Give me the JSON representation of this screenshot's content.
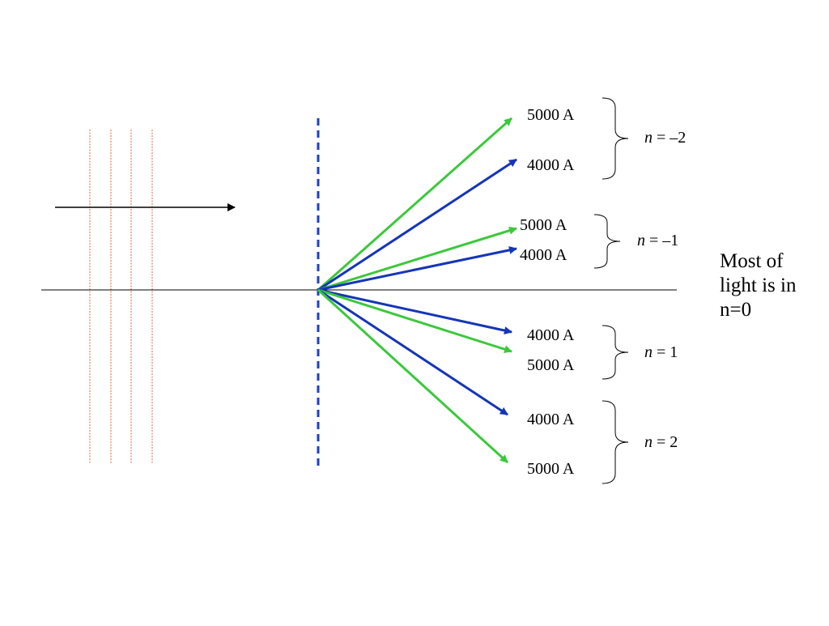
{
  "colors": {
    "wave_lines": "#e8623a",
    "grating": "#1f3fc4",
    "green_ray": "#3cc83c",
    "blue_ray": "#1535b8",
    "axis": "#000000"
  },
  "orders": [
    {
      "order_label": "–2",
      "upper_label": "5000 A",
      "lower_label": "4000 A"
    },
    {
      "order_label": "–1",
      "upper_label": "5000 A",
      "lower_label": "4000 A"
    },
    {
      "order_label": "1",
      "upper_label": "4000 A",
      "lower_label": "5000 A"
    },
    {
      "order_label": "2",
      "upper_label": "4000 A",
      "lower_label": "5000 A"
    }
  ],
  "order_prefix": "n",
  "order_equals": " = ",
  "note": {
    "line1": "Most of",
    "line2": "light is in",
    "line3": "n=0"
  }
}
